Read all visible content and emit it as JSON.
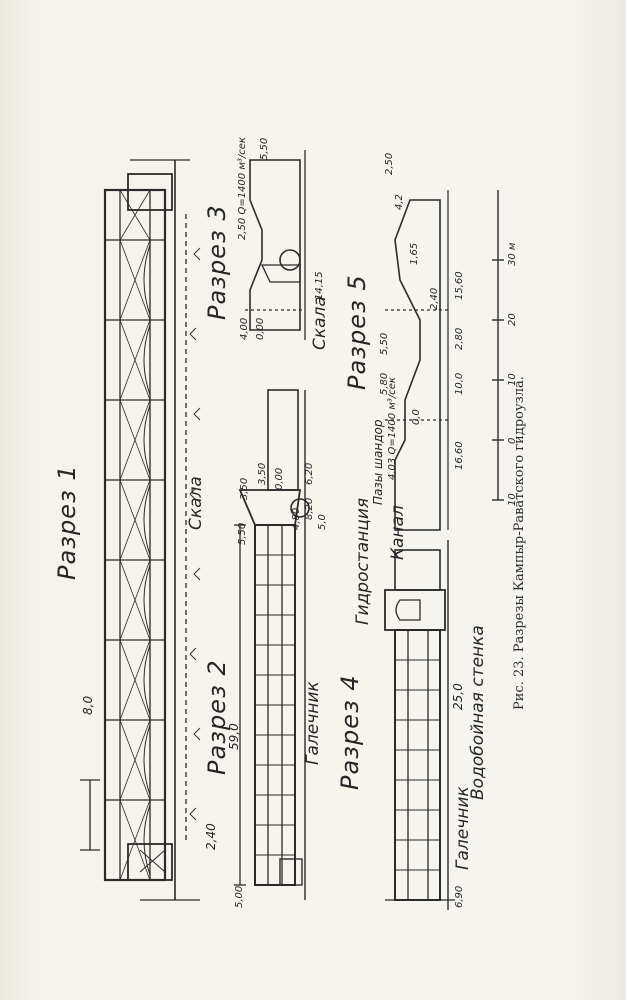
{
  "caption": "Рис. 23. Разрезы Кампыр-Раватского гидроузла.",
  "sections": {
    "s1": {
      "title": "Разрез 1",
      "rock": "Скала",
      "dim_a": "8,0",
      "dim_b": "2,40"
    },
    "s2": {
      "title": "Разрез 2",
      "pebble": "Галечник",
      "length": "59,0",
      "d1": "5,00",
      "d2": "5,50",
      "d3": "3,50",
      "d4": "3,50",
      "d5": "0,00",
      "d6": "4,80",
      "d7": "5,0",
      "d8": "8,20",
      "d9": "6,20"
    },
    "s3": {
      "title": "Разрез 3",
      "rock": "Скала",
      "flow": "2,50 Q=1400 м³/сек",
      "d1": "4,00",
      "d2": "0,00",
      "d3": "14,15",
      "d4": "5,50"
    },
    "s4": {
      "title": "Разрез 4",
      "pebble": "Галечник",
      "wall": "Водобойная стенка",
      "length": "25,0",
      "d1": "6,90"
    },
    "s5": {
      "title": "Разрез 5",
      "hydro": "Гидростанция",
      "slots": "Пазы шандор",
      "canal": "Канал",
      "flow": "4,03 Q=1400 м³/сек",
      "d1": "5,80",
      "d2": "5,50",
      "d3": "0,0",
      "d4": "16,60",
      "d5": "10,0",
      "d6": "2,80",
      "d7": "2,40",
      "d8": "15,60",
      "d9": "1,65",
      "d10": "2,50",
      "d11": "4,2"
    }
  },
  "scale": {
    "ticks": [
      "10",
      "0",
      "10",
      "20",
      "30 м"
    ]
  }
}
